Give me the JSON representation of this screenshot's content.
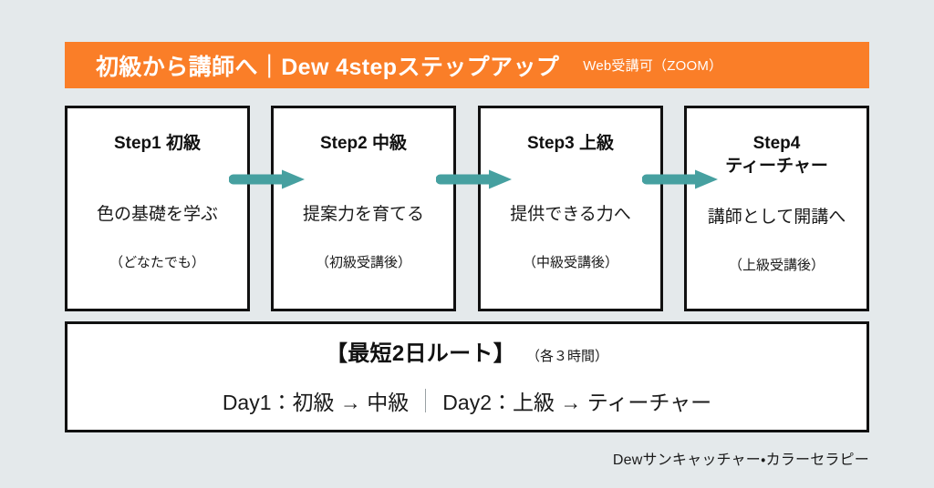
{
  "colors": {
    "background": "#e4e9eb",
    "banner": "#fa7e28",
    "arrow": "#46a0a0",
    "border": "#111111",
    "box_fill": "#ffffff",
    "text": "#1a1a1a",
    "banner_text": "#ffffff"
  },
  "header": {
    "title": "初級から講師へ｜Dew 4stepステップアップ",
    "badge": "Web受講可（ZOOM）"
  },
  "steps": [
    {
      "title": "Step1 初級",
      "description": "色の基礎を学ぶ",
      "condition": "（どなたでも）"
    },
    {
      "title": "Step2 中級",
      "description": "提案力を育てる",
      "condition": "（初級受講後）"
    },
    {
      "title": "Step3 上級",
      "description": "提供できる力へ",
      "condition": "（中級受講後）"
    },
    {
      "title": "Step4\nティーチャー",
      "description": "講師として開講へ",
      "condition": "（上級受講後）"
    }
  ],
  "arrows": [
    {
      "name": "arrow-step1-to-step2"
    },
    {
      "name": "arrow-step2-to-step3"
    },
    {
      "name": "arrow-step3-to-step4"
    }
  ],
  "route": {
    "title": "【最短2日ルート】",
    "note": "（各３時間）",
    "day1": "Day1：初級 → 中級",
    "day2": "Day2：上級 → ティーチャー"
  },
  "footer": {
    "brand": "Dewサンキャッチャー・カラーセラピー"
  }
}
